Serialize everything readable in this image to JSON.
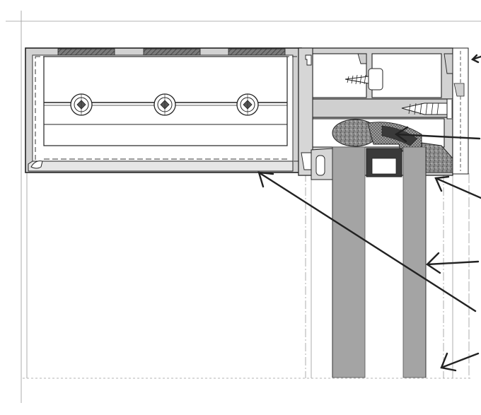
{
  "drawing": {
    "kind": "window-frame-cross-section",
    "colors": {
      "background": "#ffffff",
      "line": "#222222",
      "thin_line": "#555555",
      "guide_line": "#9a9a9a",
      "profile_fill": "#d2d2d2",
      "profile_light": "#e6e6e6",
      "glass_fill": "#a4a4a4",
      "seal_fill": "#5a5a5a",
      "gasket_pattern": "#6e6e6e",
      "dark_fill": "#3a3a3a"
    },
    "counts": {
      "screws_in_cover": 3,
      "glass_panes": 2,
      "leader_arrows": 6
    },
    "icons": [
      "screw-head-icon",
      "anchor-screw-icon",
      "wall-plug-icon",
      "arrowhead-icon"
    ]
  }
}
